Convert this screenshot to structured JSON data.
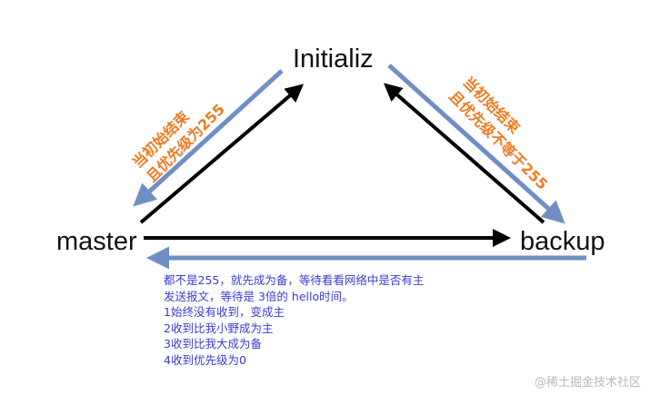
{
  "nodes": {
    "initializ": "Initializ",
    "master": "master",
    "backup": "backup"
  },
  "notes": {
    "init_to_master": [
      "当初始结束",
      "且优先级为255"
    ],
    "init_to_backup": [
      "当初始结束",
      "且优先级不等于255"
    ],
    "master_backup": [
      "都不是255，就先成为备，等待看看网络中是否有主",
      "发送报文，等待是 3倍的 hello时间。",
      "1始终没有收到，变成主",
      "2收到比我小野成为主",
      "3收到比我大成为备",
      "4收到优先级为0"
    ]
  },
  "watermark": "@稀土掘金技术社区",
  "colors": {
    "black_arrow": "#000000",
    "blue_arrow": "#6f8fc4",
    "orange_text": "#f07a22",
    "blue_text": "#3b3bd6"
  }
}
